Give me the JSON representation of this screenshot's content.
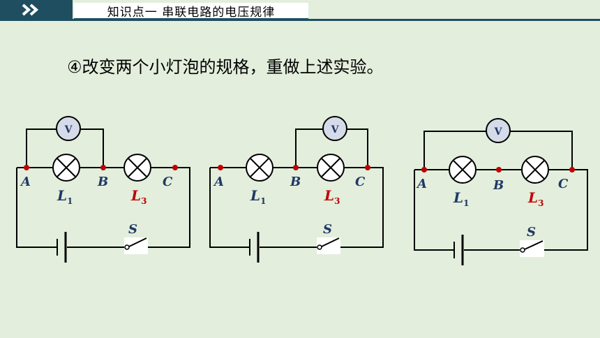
{
  "header": {
    "title": "知识点一  串联电路的电压规律"
  },
  "instruction": "④改变两个小灯泡的规格，重做上述实验。",
  "circuit_labels": {
    "voltmeter": "V",
    "point_a": "A",
    "point_b": "B",
    "point_c": "C",
    "lamp1_letter": "L",
    "lamp1_sub": "1",
    "lamp3_letter": "L",
    "lamp3_sub": "3",
    "switch": "S"
  },
  "colors": {
    "header_bar": "#1f4e60",
    "background": "#e3eedc",
    "node_dot": "#c00000",
    "label_blue": "#1f3864",
    "label_red": "#c00000",
    "meter_fill": "#d6dbe9"
  }
}
